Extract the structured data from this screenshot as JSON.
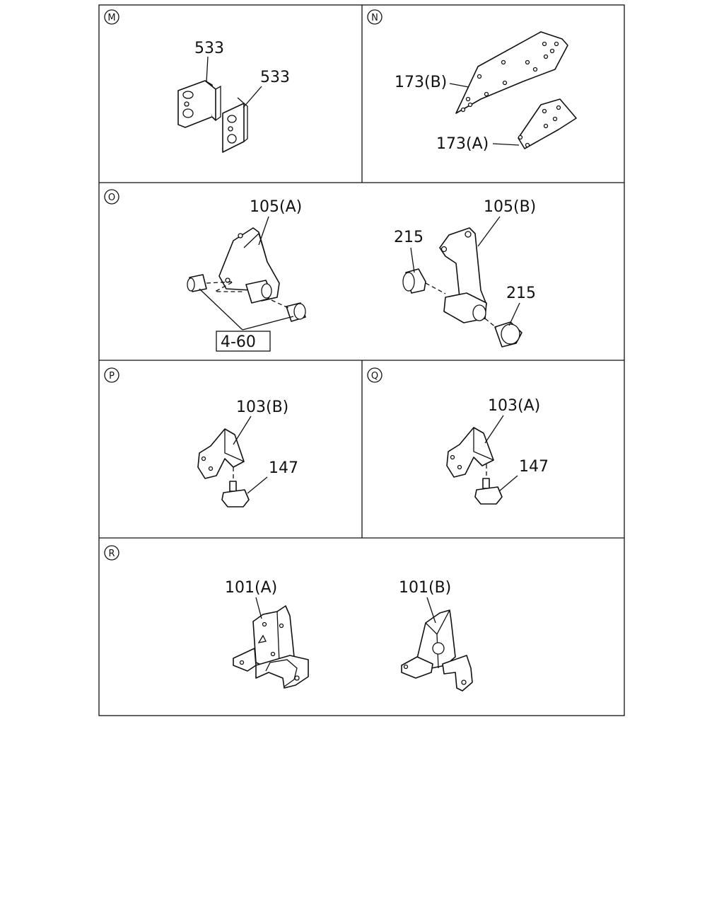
{
  "sections": {
    "M": {
      "badge": "M",
      "labels": [
        "533",
        "533"
      ]
    },
    "N": {
      "badge": "N",
      "labels": [
        "173(B)",
        "173(A)"
      ]
    },
    "O": {
      "badge": "O",
      "labels": [
        "105(A)",
        "105(B)",
        "215",
        "215"
      ],
      "boxed_ref": "4-60"
    },
    "P": {
      "badge": "P",
      "labels": [
        "103(B)",
        "147"
      ]
    },
    "Q": {
      "badge": "Q",
      "labels": [
        "103(A)",
        "147"
      ]
    },
    "R": {
      "badge": "R",
      "labels": [
        "101(A)",
        "101(B)"
      ]
    }
  }
}
